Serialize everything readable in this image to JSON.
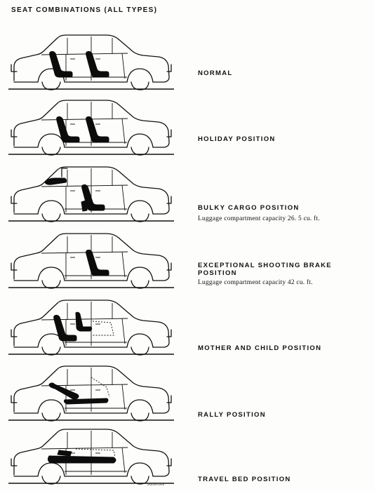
{
  "page": {
    "title": "SEAT COMBINATIONS (ALL TYPES)",
    "credit": "sdtientee"
  },
  "positions": [
    {
      "label": "NORMAL",
      "sub": ""
    },
    {
      "label": "HOLIDAY POSITION",
      "sub": ""
    },
    {
      "label": "BULKY CARGO POSITION",
      "sub": "Luggage compartment capacity 26. 5 cu. ft."
    },
    {
      "label": "EXCEPTIONAL SHOOTING BRAKE POSITION",
      "sub": "Luggage compartment capacity 42 cu. ft."
    },
    {
      "label": "MOTHER AND CHILD POSITION",
      "sub": ""
    },
    {
      "label": "RALLY POSITION",
      "sub": ""
    },
    {
      "label": "TRAVEL BED POSITION",
      "sub": ""
    }
  ]
}
